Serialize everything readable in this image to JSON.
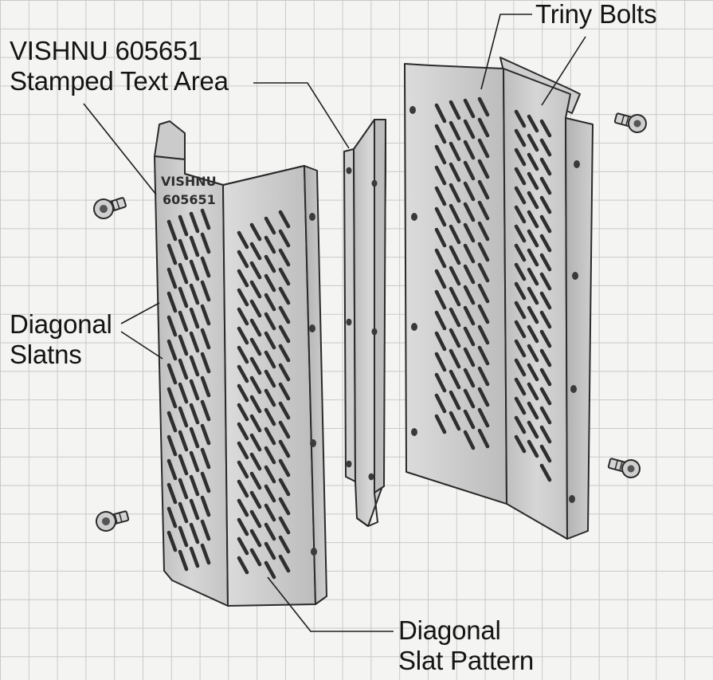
{
  "labels": {
    "stamped_line1": "VISHNU 605651",
    "stamped_line2": "Stamped Text Area",
    "bolts": "Triny Bolts",
    "diag_slats_line1": "Diagonal",
    "diag_slats_line2": "Slatns",
    "pattern_line1": "Diagonal",
    "pattern_line2": "Slat Pattern"
  },
  "stamp": {
    "line1": "VISHNU",
    "line2": "605651"
  }
}
